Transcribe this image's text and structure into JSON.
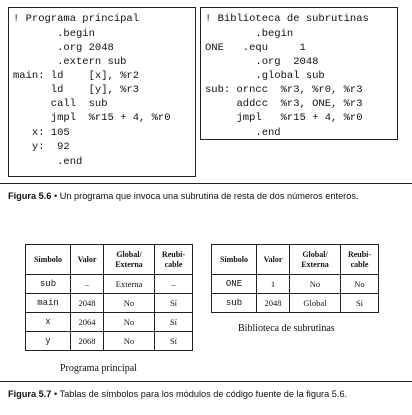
{
  "code_main": {
    "lines": [
      "! Programa principal",
      "       .begin",
      "       .org 2048",
      "       .extern sub",
      "main: ld    [x], %r2",
      "      ld    [y], %r3",
      "      call  sub",
      "      jmpl  %r15 + 4, %r0",
      "   x: 105",
      "   y:  92",
      "       .end"
    ]
  },
  "code_lib": {
    "lines": [
      "! Biblioteca de subrutinas",
      "        .begin",
      "ONE   .equ     1",
      "        .org  2048",
      "        .global sub",
      "sub: orncc  %r3, %r0, %r3",
      "     addcc  %r3, ONE, %r3",
      "     jmpl   %r15 + 4, %r0",
      "        .end"
    ]
  },
  "figure_5_6": {
    "label": "Figura 5.6",
    "text": " • Un programa que invoca una subrutina de resta de dos números enteros."
  },
  "table_main": {
    "headers": [
      "Símbolo",
      "Valor",
      "Global/ Externa",
      "Reubi- cable"
    ],
    "rows": [
      [
        "sub",
        "–",
        "Externa",
        "–"
      ],
      [
        "main",
        "2048",
        "No",
        "Sí"
      ],
      [
        "x",
        "2064",
        "No",
        "Sí"
      ],
      [
        "y",
        "2068",
        "No",
        "Sí"
      ]
    ],
    "caption": "Programa principal"
  },
  "table_lib": {
    "headers": [
      "Símbolo",
      "Valor",
      "Global/ Externa",
      "Reubi- cable"
    ],
    "rows": [
      [
        "ONE",
        "1",
        "No",
        "No"
      ],
      [
        "sub",
        "2048",
        "Global",
        "Sí"
      ]
    ],
    "caption": "Biblioteca de subrutinas"
  },
  "figure_5_7": {
    "label": "Figura 5.7",
    "text": " • Tablas de símbolos para los módulos de código fuente de la figura 5.6."
  }
}
